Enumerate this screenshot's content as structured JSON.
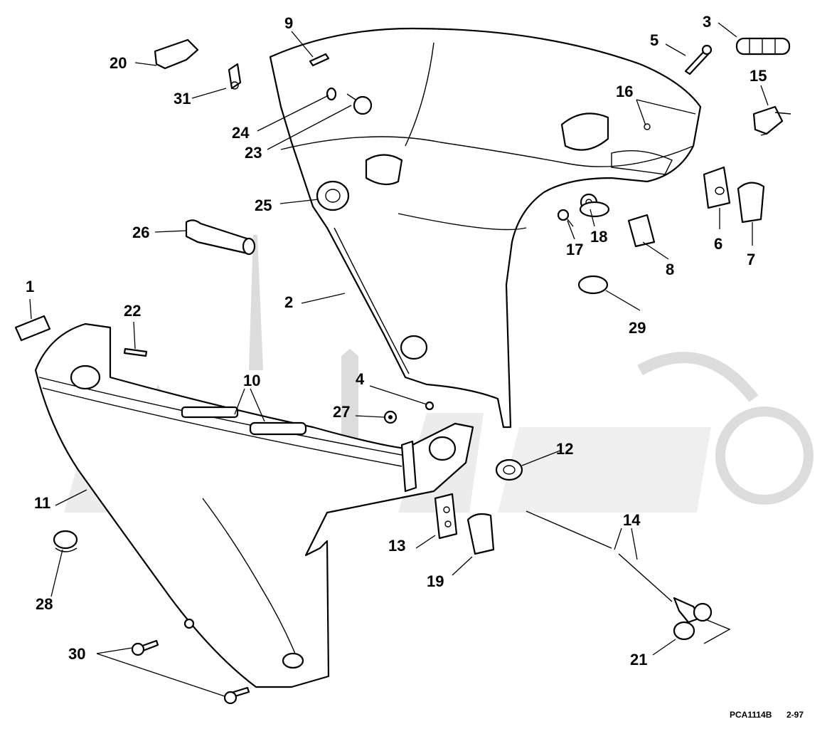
{
  "diagram": {
    "callouts": [
      "1",
      "2",
      "3",
      "4",
      "5",
      "6",
      "7",
      "8",
      "9",
      "10",
      "11",
      "12",
      "13",
      "14",
      "15",
      "16",
      "17",
      "18",
      "19",
      "20",
      "21",
      "22",
      "23",
      "24",
      "25",
      "26",
      "27",
      "28",
      "29",
      "30",
      "31"
    ],
    "drawing_code": "PCA1114B",
    "date_code": "2-97",
    "colors": {
      "line": "#000000",
      "paper": "#ffffff",
      "watermark": "#dcdcdc"
    }
  }
}
